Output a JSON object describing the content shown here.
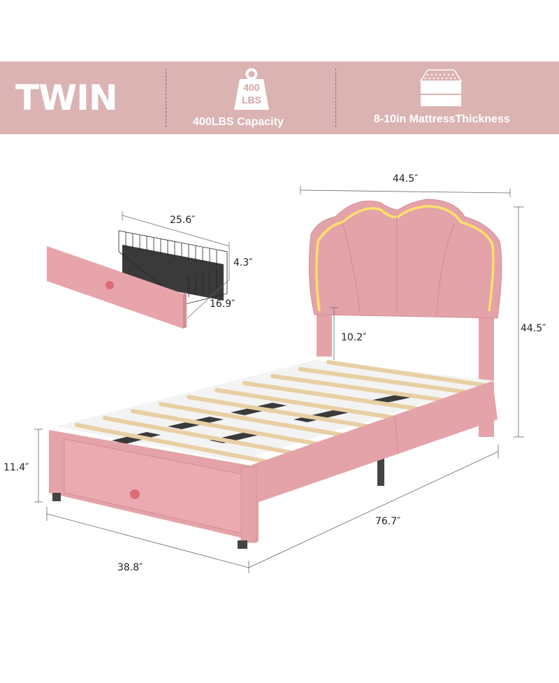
{
  "banner": {
    "size_label": "TWIN",
    "features": [
      {
        "icon": "weight-icon",
        "icon_text": [
          "400",
          "LBS"
        ],
        "label": "400LBS Capacity"
      },
      {
        "icon": "mattress-icon",
        "label": "8-10in MattressThickness"
      }
    ],
    "background_color": "#dbb3b3"
  },
  "drawer": {
    "width": "25.6″",
    "height": "4.3″",
    "depth": "16.9″"
  },
  "bed": {
    "headboard_width": "44.5″",
    "total_height": "44.5″",
    "under_headboard_clearance": "10.2″",
    "side_rail_height": "11.4″",
    "length": "76.7″",
    "width": "38.8″",
    "frame_color": "#e4a3a9",
    "slat_color": "#e8cfa3",
    "led_color": "#ffe06a"
  }
}
